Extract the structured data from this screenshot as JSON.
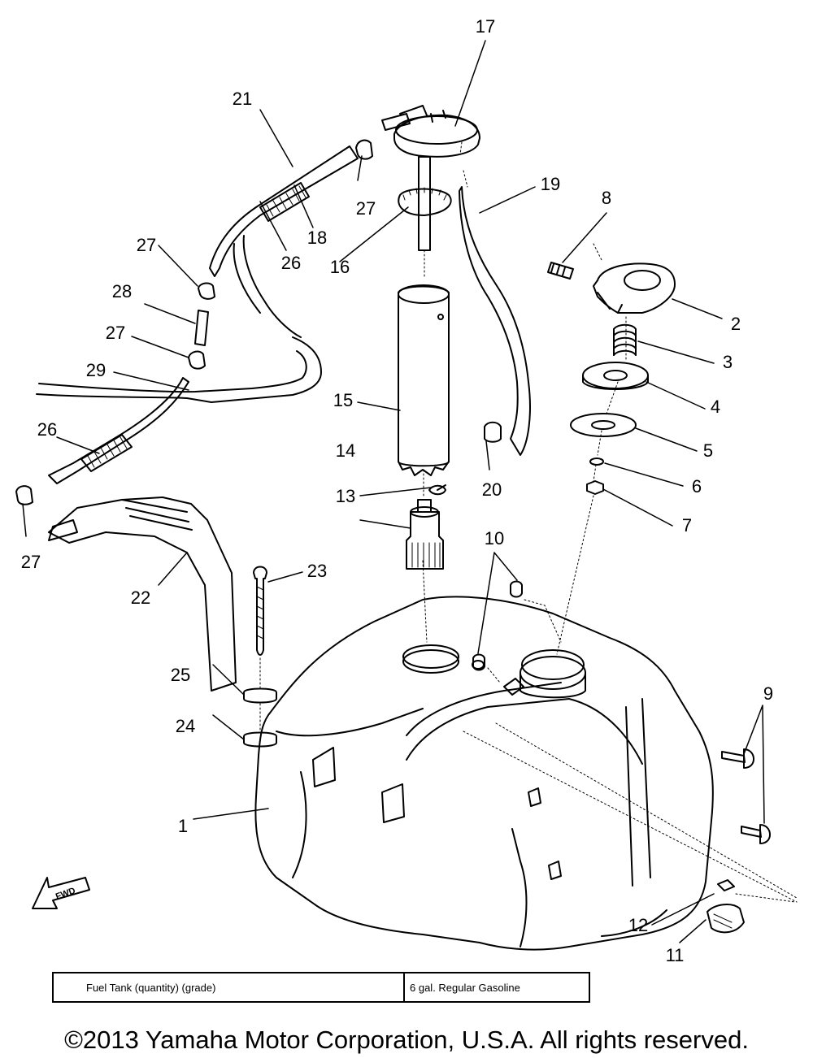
{
  "parts": [
    {
      "id": "tank",
      "label": "1"
    },
    {
      "id": "filler-cap",
      "label": "2"
    },
    {
      "id": "spring",
      "label": "3"
    },
    {
      "id": "cap-plate",
      "label": "4"
    },
    {
      "id": "gasket",
      "label": "5"
    },
    {
      "id": "washer",
      "label": "6"
    },
    {
      "id": "nut",
      "label": "7"
    },
    {
      "id": "pin",
      "label": "8"
    },
    {
      "id": "bolt",
      "label": "9"
    },
    {
      "id": "grommet",
      "label": "10"
    },
    {
      "id": "cock",
      "label": "11"
    },
    {
      "id": "clip-12",
      "label": "12"
    },
    {
      "id": "filter",
      "label": "13"
    },
    {
      "id": "clip-14",
      "label": "14"
    },
    {
      "id": "pipe",
      "label": "15"
    },
    {
      "id": "ring",
      "label": "16"
    },
    {
      "id": "pump-cap",
      "label": "17"
    },
    {
      "id": "protector-18",
      "label": "18"
    },
    {
      "id": "hose-19",
      "label": "19"
    },
    {
      "id": "clamp-20",
      "label": "20"
    },
    {
      "id": "hose-21",
      "label": "21"
    },
    {
      "id": "bracket",
      "label": "22"
    },
    {
      "id": "screw",
      "label": "23"
    },
    {
      "id": "damper-24",
      "label": "24"
    },
    {
      "id": "damper-25",
      "label": "25"
    },
    {
      "id": "protector-26",
      "label": "26"
    },
    {
      "id": "clamp-27",
      "label": "27"
    },
    {
      "id": "joint",
      "label": "28"
    },
    {
      "id": "hose-29",
      "label": "29"
    }
  ],
  "fwd_label": "FWD",
  "spec_table": {
    "item": "Fuel Tank (quantity) (grade)",
    "value": "6 gal. Regular Gasoline"
  },
  "copyright": "©2013 Yamaha Motor Corporation, U.S.A. All rights reserved."
}
